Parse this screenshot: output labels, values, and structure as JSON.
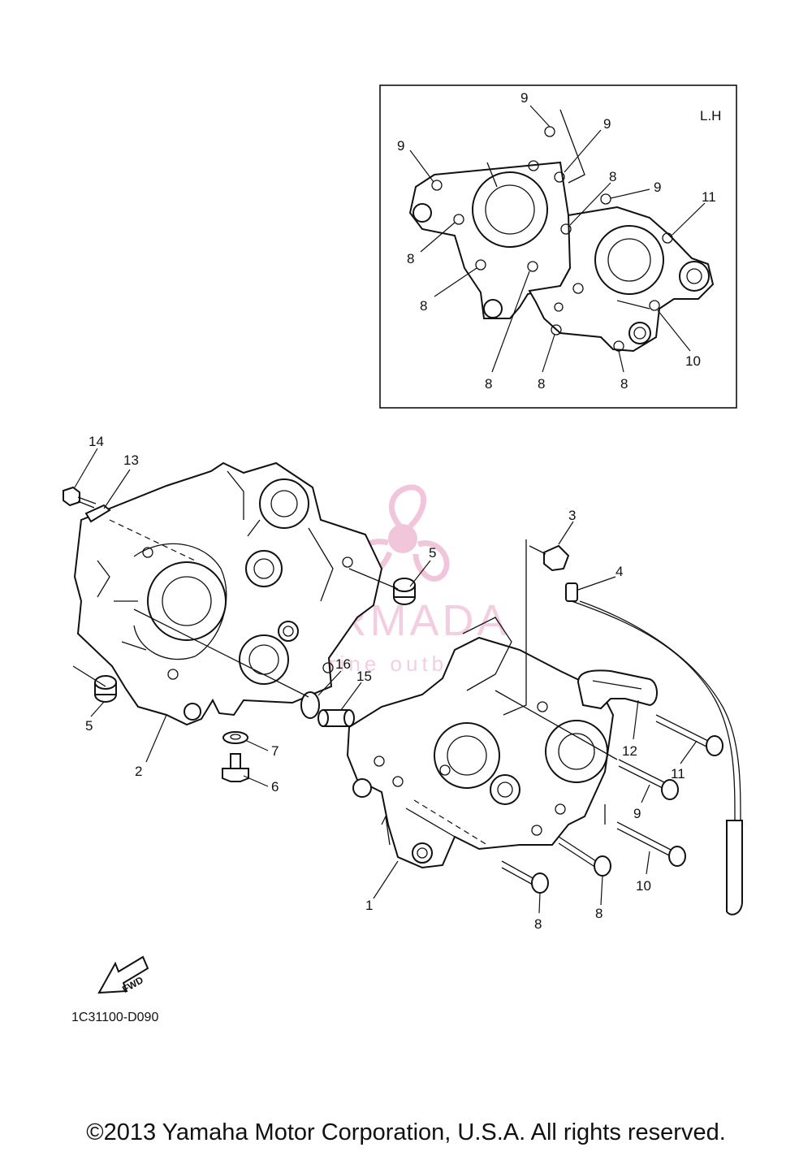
{
  "inset": {
    "side_label": "L.H",
    "callouts": [
      "9",
      "9",
      "9",
      "8",
      "9",
      "11",
      "8",
      "8",
      "8",
      "8",
      "8",
      "10"
    ]
  },
  "main": {
    "callouts": [
      "14",
      "13",
      "5",
      "2",
      "5",
      "16",
      "15",
      "7",
      "6",
      "3",
      "4",
      "12",
      "11",
      "9",
      "10",
      "8",
      "8",
      "1"
    ]
  },
  "fwd_label": "FWD",
  "part_code": "1C31100-D090",
  "watermark": {
    "brand": "ARMADA",
    "tagline": "marine outboards",
    "color": "#f0c0d8"
  },
  "copyright": "©2013 Yamaha Motor Corporation, U.S.A. All rights reserved."
}
